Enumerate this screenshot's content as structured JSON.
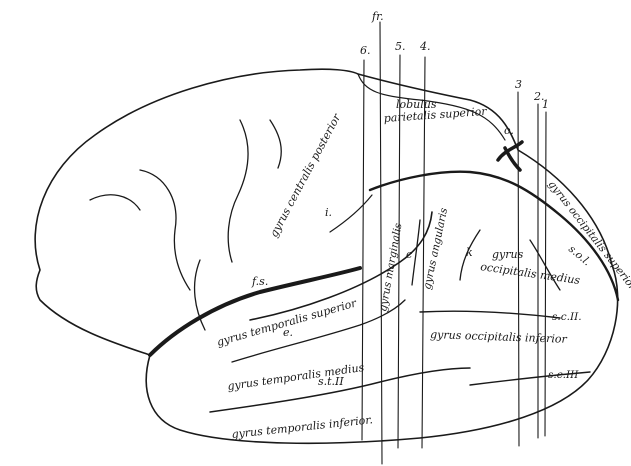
{
  "figure": {
    "section_lines": {
      "fr": "fr.",
      "l6": "6.",
      "l5": "5.",
      "l4": "4.",
      "l3": "3",
      "l2": "2.",
      "l1": "1"
    },
    "labels": {
      "lobulus": "lobulus",
      "parietalis_superior": "parietalis superior",
      "o": "o.",
      "gyrus_centralis_posterior": "gyrus centralis posterior",
      "i": "i.",
      "gyrus_marginalis": "gyrus marginalis",
      "c": "c",
      "gyrus_angularis": "gyrus angularis",
      "k": "k",
      "gyrus": "gyrus",
      "occipitalis_medius": "occipitalis medius",
      "gyrus_occipitalis_superior": "gyrus occipitalis superior",
      "sol": "s.o.l.",
      "fs": "f.s.",
      "gyrus_temporalis_superior": "gyrus temporalis superior",
      "e": "e.",
      "gyrus_temporalis_medius": "gyrus temporalis medius",
      "sc2": "s.c.II.",
      "gyrus_occipitalis_inferior": "gyrus occipitalis inferior",
      "st2": "s.t.II",
      "sc3": "s.c.III",
      "gyrus_temporalis_inferior": "gyrus temporalis inferior."
    }
  }
}
